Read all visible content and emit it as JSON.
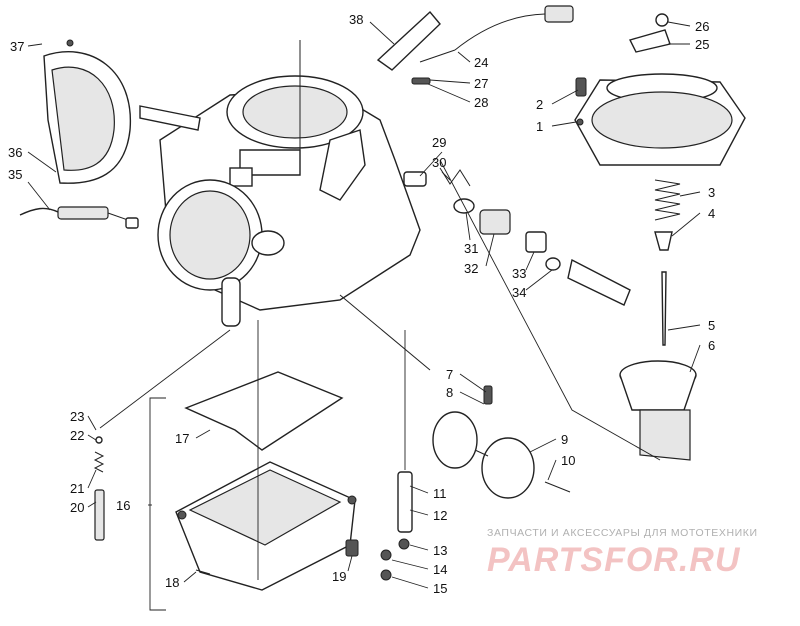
{
  "callouts": [
    "1",
    "2",
    "3",
    "4",
    "5",
    "6",
    "7",
    "8",
    "9",
    "10",
    "11",
    "12",
    "13",
    "14",
    "15",
    "16",
    "17",
    "18",
    "19",
    "20",
    "21",
    "22",
    "23",
    "24",
    "25",
    "26",
    "27",
    "28",
    "29",
    "30",
    "31",
    "32",
    "33",
    "34",
    "35",
    "36",
    "37",
    "38"
  ],
  "watermark": {
    "caption": "ЗАПЧАСТИ И АКСЕССУАРЫ ДЛЯ МОТОТЕХНИКИ",
    "logo": "PARTSFOR.RU"
  }
}
